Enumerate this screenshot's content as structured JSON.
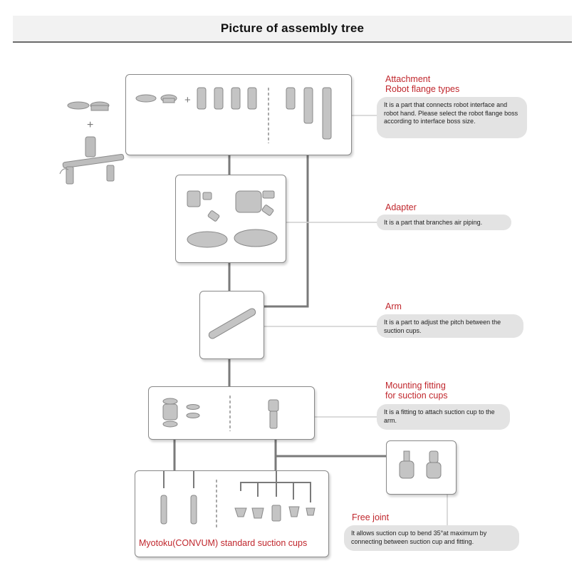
{
  "header": {
    "title": "Picture of assembly tree"
  },
  "attachment": {
    "title_line1": "Attachment",
    "title_line2": "Robot flange types",
    "description": "It is a part that connects robot interface and robot hand. Please select the robot flange boss according to interface boss size."
  },
  "adapter": {
    "title": "Adapter",
    "description": "It is a part that branches air piping."
  },
  "arm": {
    "title": "Arm",
    "description": "It is a part to adjust the pitch between the suction cups."
  },
  "mounting": {
    "title_line1": "Mounting fitting",
    "title_line2": "for suction cups",
    "description": "It is a fitting to attach suction cup to the arm."
  },
  "free_joint": {
    "title": "Free joint",
    "description": "It allows suction cup to bend 35°at maximum by connecting between suction cup and fitting."
  },
  "suction_cups": {
    "label": "Myotoku(CONVUM) standard suction cups"
  },
  "symbols": {
    "plus": "+"
  },
  "colors": {
    "accent_red": "#c0272d",
    "connector_gray": "#7a7a7a",
    "part_gray": "#b8b8b8",
    "bubble_gray": "#e3e3e3"
  }
}
